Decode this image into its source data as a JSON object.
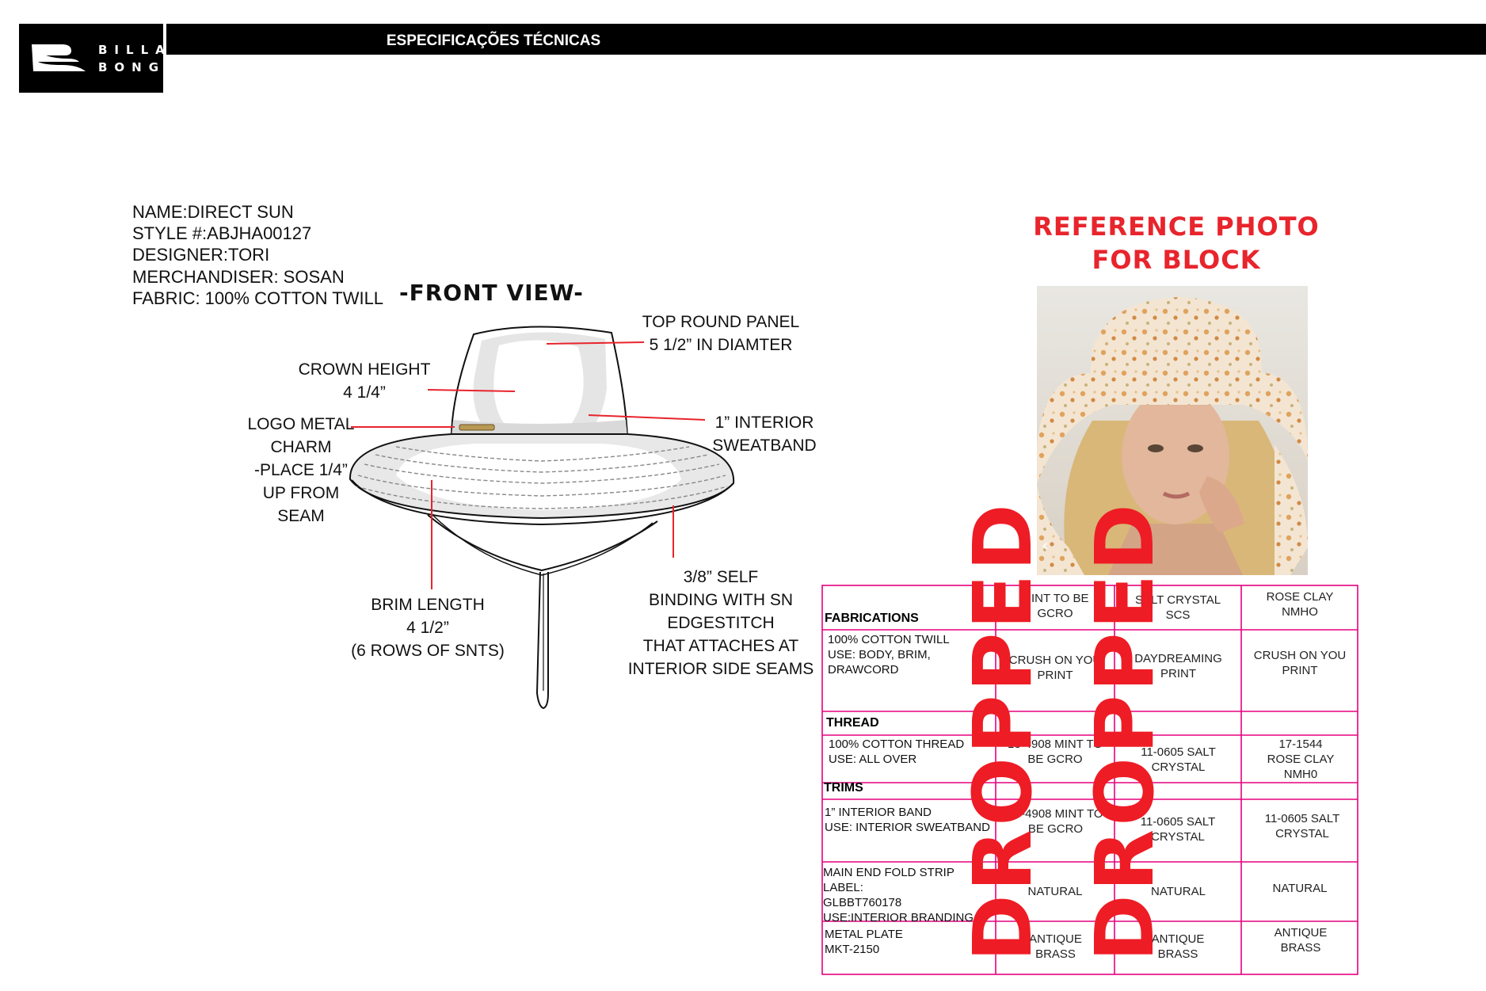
{
  "header": {
    "brand_line1": "BILLA",
    "brand_line2": "BONG",
    "title": "ESPECIFICAÇÕES TÉCNICAS"
  },
  "product": {
    "name": "NAME:DIRECT SUN",
    "style": "STYLE #:ABJHA00127",
    "designer": "DESIGNER:TORI",
    "merchandiser": "MERCHANDISER: SOSAN",
    "fabric": "FABRIC: 100% COTTON TWILL"
  },
  "view_label": "-FRONT VIEW-",
  "callouts": {
    "top_panel": [
      "TOP ROUND PANEL",
      "5 1/2” IN DIAMTER"
    ],
    "crown_height": [
      "CROWN HEIGHT",
      "4 1/4”"
    ],
    "logo_charm": [
      "LOGO METAL",
      "CHARM",
      "-PLACE 1/4”",
      "UP FROM",
      "SEAM"
    ],
    "sweatband": [
      "1” INTERIOR",
      "SWEATBAND"
    ],
    "brim_length": [
      "BRIM LENGTH",
      "4 1/2”",
      "(6 ROWS OF SNTS)"
    ],
    "binding": [
      "3/8” SELF",
      "BINDING WITH SN",
      "EDGESTITCH",
      "THAT ATTACHES AT",
      "INTERIOR SIDE SEAMS"
    ]
  },
  "reference": {
    "title_line1": "REFERENCE PHOTO",
    "title_line2": "FOR BLOCK",
    "carousel_arrow": "‹"
  },
  "spec_table": {
    "columns": [
      {
        "name": "MINT TO BE",
        "code": "GCRO"
      },
      {
        "name": "SALT CRYSTAL",
        "code": "SCS"
      },
      {
        "name": "ROSE CLAY",
        "code": "NMHO"
      }
    ],
    "sections": {
      "fabrications": "FABRICATIONS",
      "thread": "THREAD",
      "trims": "TRIMS"
    },
    "rows": [
      {
        "label": [
          "100% COTTON TWILL",
          "USE: BODY, BRIM,",
          "DRAWCORD"
        ],
        "values": [
          "CRUSH ON YOU PRINT",
          "DAYDREAMING PRINT",
          "CRUSH ON YOU PRINT"
        ]
      },
      {
        "label": [
          "100% COTTON THREAD",
          "USE:  ALL OVER"
        ],
        "values": [
          "13-4908 MINT TO BE GCRO",
          "11-0605 SALT CRYSTAL",
          "17-1544 ROSE CLAY NMH0"
        ]
      },
      {
        "label": [
          "1” INTERIOR BAND",
          "USE: INTERIOR SWEATBAND"
        ],
        "values": [
          "13-4908 MINT TO BE GCRO",
          "11-0605 SALT CRYSTAL",
          "11-0605 SALT CRYSTAL"
        ]
      },
      {
        "label": [
          "MAIN END FOLD STRIP LABEL:",
          "GLBBT760178",
          "USE:INTERIOR BRANDING"
        ],
        "values": [
          "NATURAL",
          "NATURAL",
          "NATURAL"
        ]
      },
      {
        "label": [
          "METAL PLATE",
          "MKT-2150"
        ],
        "values": [
          "ANTIQUE BRASS",
          "ANTIQUE BRASS",
          "ANTIQUE BRASS"
        ]
      }
    ],
    "stamp": "DROPPED"
  },
  "colors": {
    "accent_red": "#e8242c",
    "table_line": "#e6007e",
    "header_bg": "#000000"
  }
}
